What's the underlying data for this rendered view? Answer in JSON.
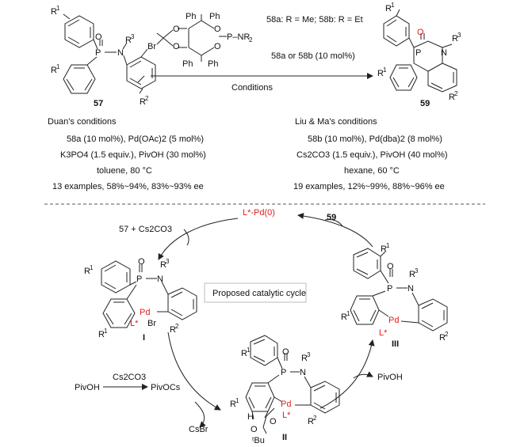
{
  "top": {
    "ligand_label": "58a: R = Me; 58b: R = Et",
    "ligand_use": "58a or 58b (10 mol%)",
    "conditions": "Conditions",
    "start_id": "57",
    "product_id": "59"
  },
  "duan": {
    "title": "Duan's conditions",
    "line1": "58a (10 mol%), Pd(OAc)2 (5 mol%)",
    "line2": "K3PO4 (1.5 equiv.),  PivOH (30 mol%)",
    "line3": "toluene, 80 °C",
    "line4": "13 examples, 58%~94%, 83%~93% ee"
  },
  "liu": {
    "title": "Liu & Ma's conditions",
    "line1": "58b (10 mol%), Pd(dba)2 (8 mol%)",
    "line2": "Cs2CO3 (1.5 equiv.),  PivOH (40 mol%)",
    "line3": "hexane, 60 °C",
    "line4": "19 examples, 12%~99%, 88%~96% ee"
  },
  "cycle": {
    "catalyst": "L*-Pd(0)",
    "product_out": "59",
    "reagents_in": "57 + Cs2CO3",
    "center_label": "Proposed catalytic cycle",
    "int_I": "I",
    "int_II": "II",
    "int_III": "III",
    "pivoh_left": "PivOH",
    "cs2co3": "Cs2CO3",
    "pivocs": "PivOCs",
    "csbr": "CsBr",
    "pivoh_out": "PivOH"
  },
  "atoms": {
    "R1": "R1",
    "R2": "R2",
    "R3": "R3",
    "Ph": "Ph",
    "Pd": "Pd",
    "Lstar": "L*",
    "Br": "Br",
    "H": "H",
    "tBu": "tBu",
    "O": "O",
    "P": "P",
    "N": "N",
    "NR2": "P–NR2"
  }
}
